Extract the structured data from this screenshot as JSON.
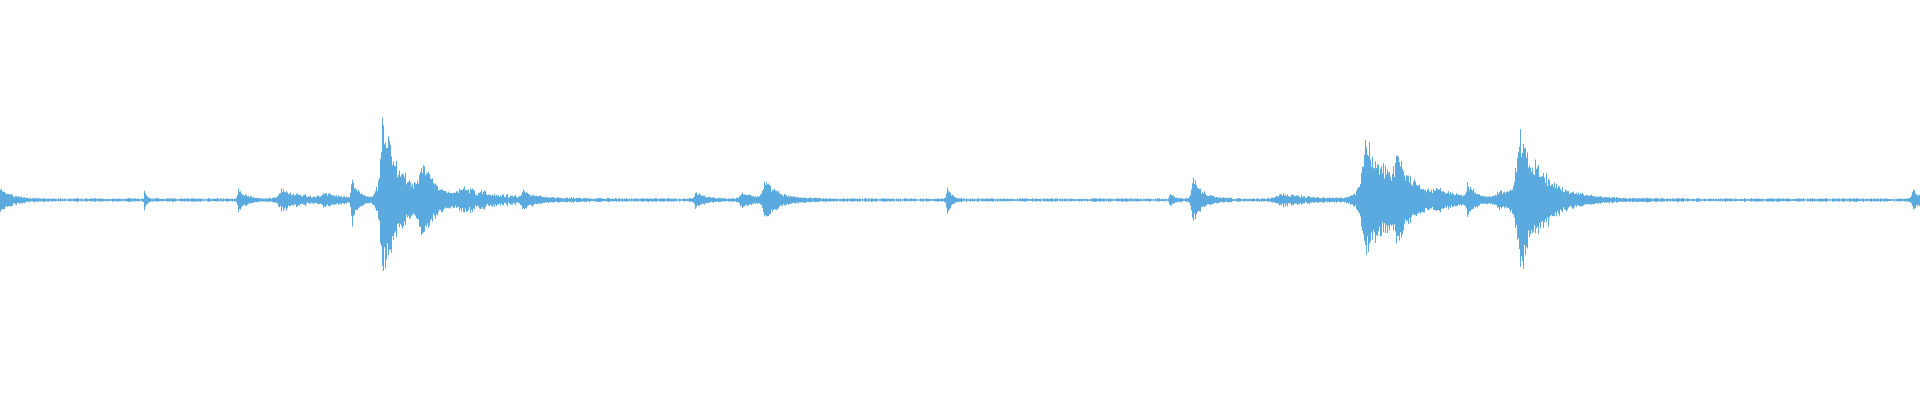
{
  "waveform": {
    "color": "#5aaae0",
    "baseline_amplitude": 0.006,
    "events": [
      {
        "t": 0.0,
        "amp": 0.05,
        "decay": 0.006,
        "noise": 0.25
      },
      {
        "t": 0.075,
        "amp": 0.05,
        "decay": 0.001,
        "noise": 0.2
      },
      {
        "t": 0.124,
        "amp": 0.05,
        "decay": 0.004,
        "noise": 0.25
      },
      {
        "t": 0.146,
        "amp": 0.04,
        "decay": 0.012,
        "noise": 0.35
      },
      {
        "t": 0.168,
        "amp": 0.02,
        "decay": 0.01,
        "noise": 0.3
      },
      {
        "t": 0.183,
        "amp": 0.1,
        "decay": 0.003,
        "noise": 0.2
      },
      {
        "t": 0.199,
        "amp": 0.33,
        "decay": 0.01,
        "noise": 0.2
      },
      {
        "t": 0.219,
        "amp": 0.14,
        "decay": 0.007,
        "noise": 0.2
      },
      {
        "t": 0.241,
        "amp": 0.04,
        "decay": 0.022,
        "noise": 0.45
      },
      {
        "t": 0.272,
        "amp": 0.04,
        "decay": 0.004,
        "noise": 0.2
      },
      {
        "t": 0.362,
        "amp": 0.03,
        "decay": 0.005,
        "noise": 0.3
      },
      {
        "t": 0.386,
        "amp": 0.03,
        "decay": 0.006,
        "noise": 0.3
      },
      {
        "t": 0.398,
        "amp": 0.07,
        "decay": 0.008,
        "noise": 0.3
      },
      {
        "t": 0.493,
        "amp": 0.07,
        "decay": 0.002,
        "noise": 0.2
      },
      {
        "t": 0.609,
        "amp": 0.03,
        "decay": 0.002,
        "noise": 0.2
      },
      {
        "t": 0.621,
        "amp": 0.1,
        "decay": 0.005,
        "noise": 0.2
      },
      {
        "t": 0.667,
        "amp": 0.025,
        "decay": 0.014,
        "noise": 0.4
      },
      {
        "t": 0.711,
        "amp": 0.25,
        "decay": 0.016,
        "noise": 0.25
      },
      {
        "t": 0.727,
        "amp": 0.12,
        "decay": 0.006,
        "noise": 0.2
      },
      {
        "t": 0.748,
        "amp": 0.02,
        "decay": 0.01,
        "noise": 0.3
      },
      {
        "t": 0.764,
        "amp": 0.06,
        "decay": 0.004,
        "noise": 0.2
      },
      {
        "t": 0.78,
        "amp": 0.03,
        "decay": 0.012,
        "noise": 0.4
      },
      {
        "t": 0.791,
        "amp": 0.3,
        "decay": 0.012,
        "noise": 0.25
      },
      {
        "t": 0.996,
        "amp": 0.04,
        "decay": 0.004,
        "noise": 0.3
      }
    ]
  }
}
